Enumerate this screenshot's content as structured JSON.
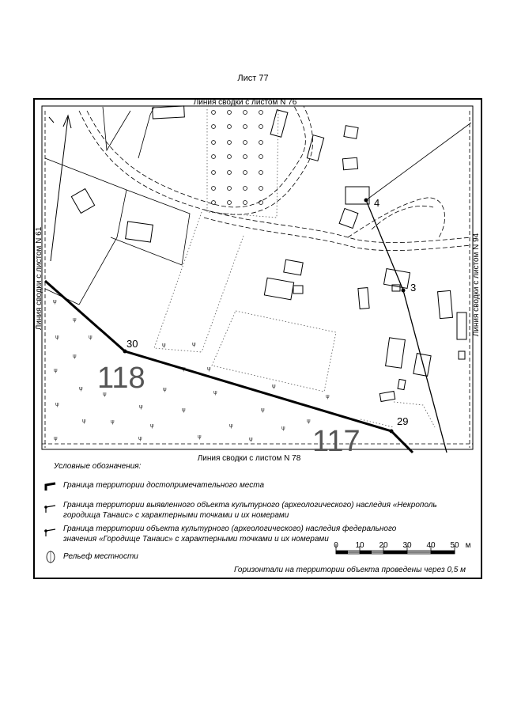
{
  "sheet": {
    "title": "Лист 77"
  },
  "map": {
    "adjacent_top": "Линия сводки с листом N 76",
    "adjacent_bottom": "Линия сводки с листом N 78",
    "adjacent_left": "Линия сводки с листом N 61",
    "adjacent_right": "Линия сводки с листом N 94",
    "points": {
      "p4": "4",
      "p3": "3",
      "p30": "30",
      "p29": "29"
    },
    "zones": {
      "z118": "118",
      "z117": "117"
    }
  },
  "legend": {
    "title": "Условные обозначения:",
    "item1": "Граница территории достопримечательного места",
    "item2a": "Граница территории выявленного объекта культурного (археологического) наследия «Некрополь",
    "item2b": "городища Танаис» с характерными точками и их номерами",
    "item3a": "Граница территории объекта культурного (археологического) наследия федерального",
    "item3b": "значения «Городище Танаис» с характерными точками и их номерами",
    "item4": "Рельеф местности",
    "contour_note": "Горизонтали на территории объекта проведены через 0,5 м"
  },
  "scale": {
    "ticks": [
      "0",
      "10",
      "20",
      "30",
      "40",
      "50"
    ],
    "unit": "м"
  },
  "colors": {
    "line": "#000000",
    "dotted": "#555555",
    "zone_label": "#555555"
  }
}
